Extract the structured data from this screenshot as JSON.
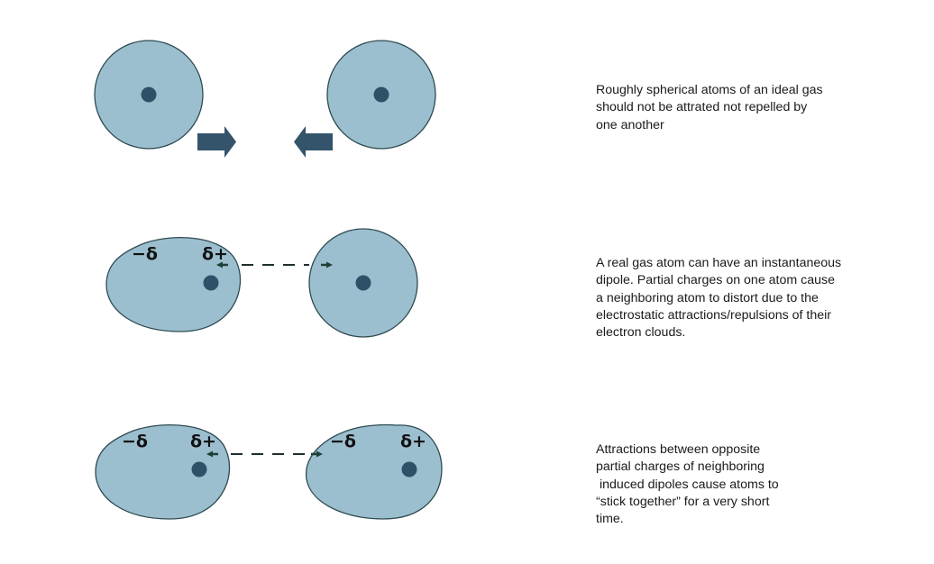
{
  "colors": {
    "atom_fill": "#9cbfcf",
    "atom_stroke": "#2e4b52",
    "nucleus": "#2f5168",
    "big_arrow": "#34546b",
    "small_arrow": "#1f4035",
    "dashed_line": "#1f2f2b",
    "text": "#1a1a1a"
  },
  "icons": {
    "push_arrow": "right-arrow-icon",
    "push_arrow_left": "left-arrow-icon",
    "force_arrow": "small-arrow-icon"
  },
  "panels": [
    {
      "caption": [
        "Roughly spherical atoms of an ideal gas",
        "should not be attrated not repelled by",
        "one another"
      ]
    },
    {
      "labels": {
        "left_negative": "−δ",
        "left_positive": "δ+"
      },
      "caption": [
        "A real gas atom can have an instantaneous",
        "dipole. Partial charges on one atom cause",
        "a neighboring atom to distort due to the",
        "electrostatic attractions/repulsions of their",
        "electron clouds."
      ]
    },
    {
      "labels": {
        "left_negative": "−δ",
        "left_positive": "δ+",
        "right_negative": "−δ",
        "right_positive": "δ+"
      },
      "caption": [
        "Attractions between opposite",
        "partial charges of neighboring",
        " induced dipoles cause atoms to",
        "“stick together” for a very short",
        "time."
      ]
    }
  ]
}
